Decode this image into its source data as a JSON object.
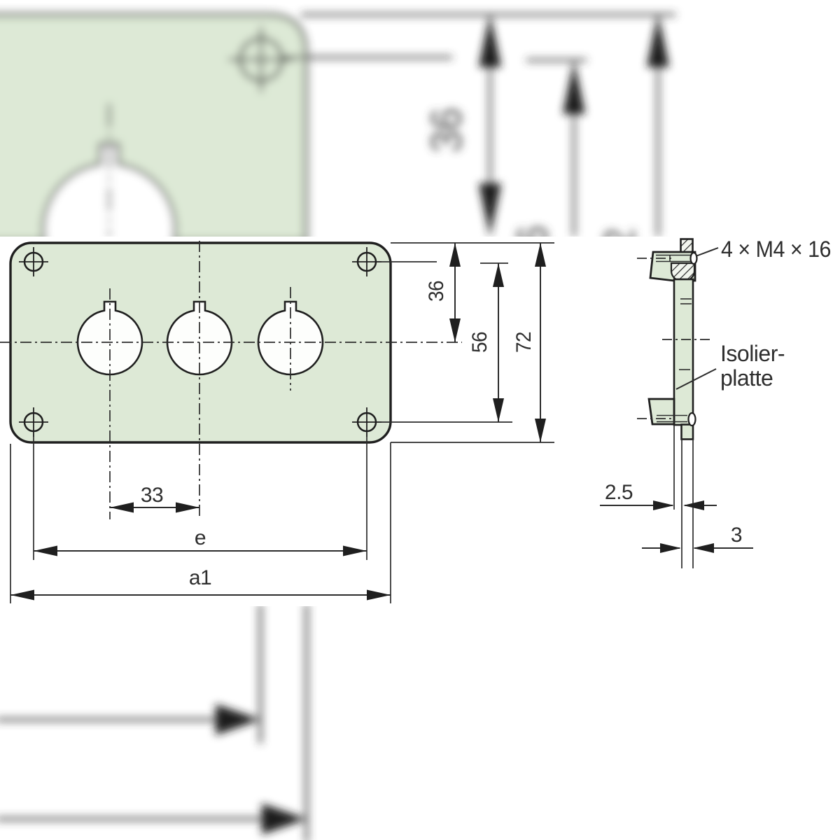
{
  "dimensions": {
    "top_to_center": "36",
    "fixing_hole_rows": "56",
    "plate_height": "72",
    "hole_pitch": "33",
    "fixing_centers": "e",
    "plate_width": "a1",
    "inner_thickness": "2.5",
    "insulation_thickness": "3"
  },
  "annotations": {
    "screw_spec": "4 × M4 × 16",
    "insulating_plate_line1": "Isolier-",
    "insulating_plate_line2": "platte"
  },
  "colors": {
    "plate_fill": "#dde9d6",
    "line": "#303030",
    "outline": "#1f1f1f"
  }
}
